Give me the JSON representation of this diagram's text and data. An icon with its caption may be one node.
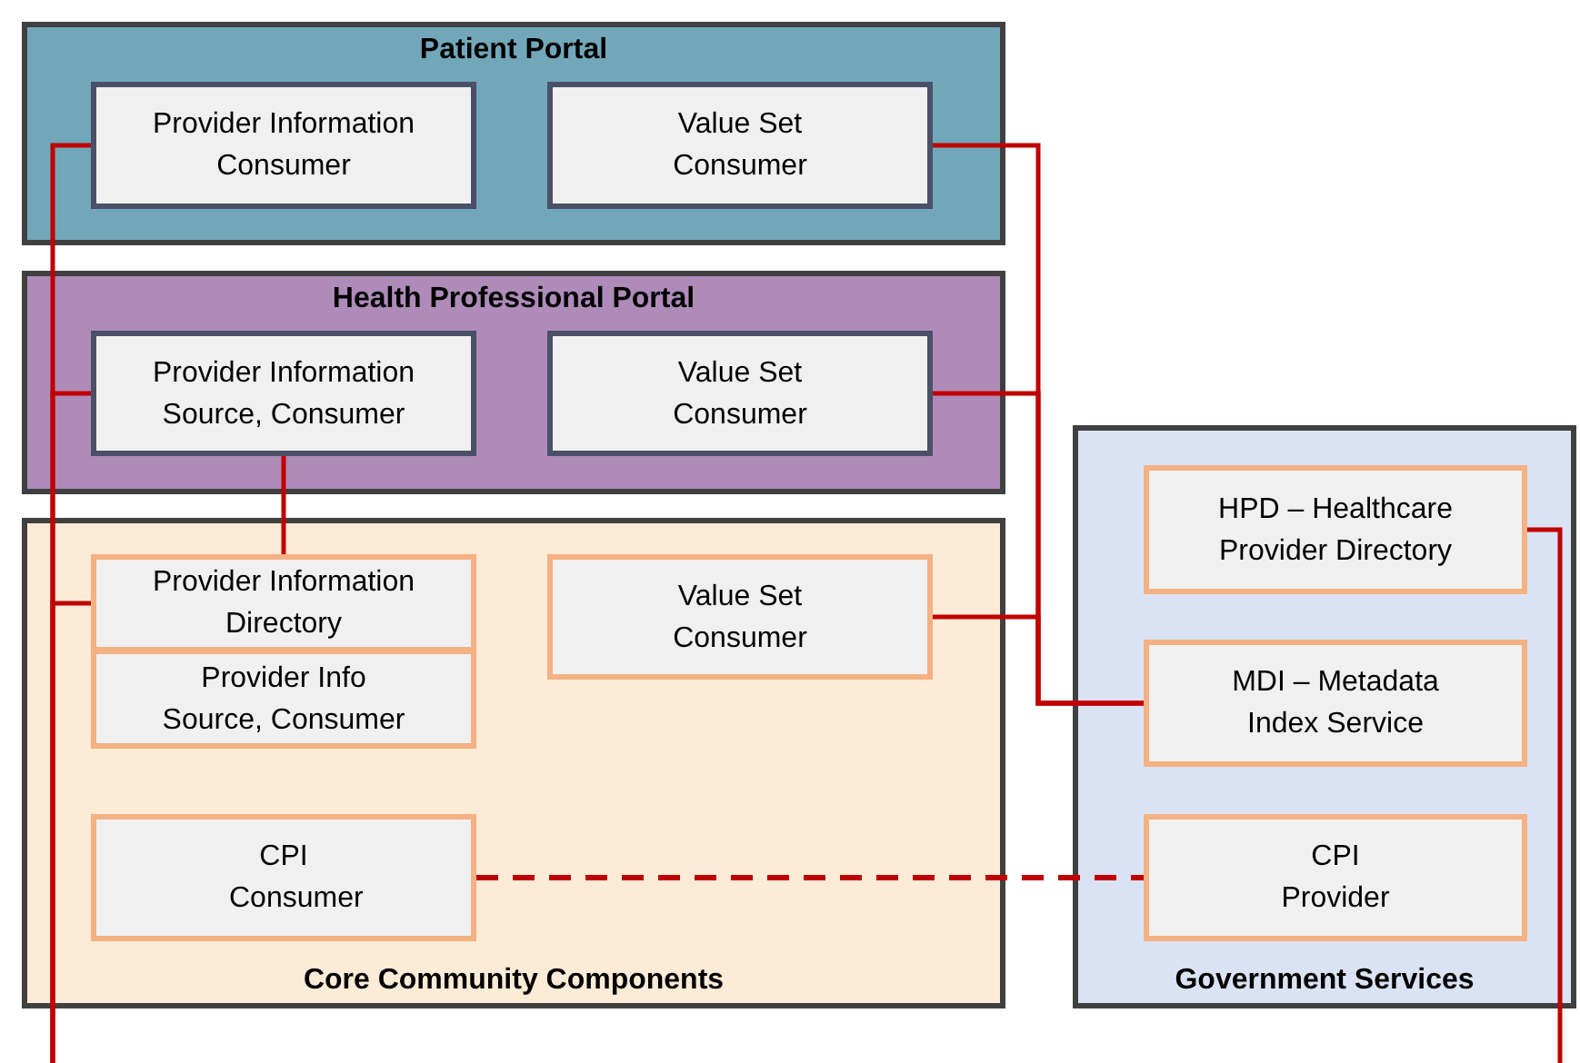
{
  "diagram": {
    "nodes": [
      {
        "text": [
          "Patient Portal"
        ]
      },
      {
        "text": [
          "Provider Information Consumer"
        ],
        "in": 0
      },
      {
        "text": [
          "Value Set Consumer"
        ],
        "in": 0
      },
      {
        "text": [
          "Health Professional Portal"
        ]
      },
      {
        "text": [
          "Provider Information Source, Consumer"
        ],
        "in": 3
      },
      {
        "text": [
          "Value Set Consumer"
        ],
        "in": 3
      },
      {
        "text": [
          "Core Community Components"
        ]
      },
      {
        "text": [
          "Provider Information Directory"
        ],
        "in": 6
      },
      {
        "text": [
          "Provider Info Source, Consumer"
        ],
        "in": 6
      },
      {
        "text": [
          "Value Set Consumer"
        ],
        "in": 6
      },
      {
        "text": [
          "CPI Consumer"
        ],
        "in": 6
      },
      {
        "text": [
          "Government Services"
        ]
      },
      {
        "text": [
          "HPD – Healthcare Provider Directory"
        ],
        "in": 11
      },
      {
        "text": [
          "MDI – Metadata Index Service"
        ],
        "in": 11
      },
      {
        "text": [
          "CPI Provider"
        ],
        "in": 11
      }
    ],
    "edges": [
      {
        "from": 1,
        "to": null,
        "arrow": "none"
      },
      {
        "from": 4,
        "to": null,
        "arrow": "none"
      },
      {
        "from": 7,
        "to": null,
        "arrow": "none"
      },
      {
        "from": 4,
        "to": 7,
        "arrow": "none"
      },
      {
        "from": 2,
        "to": 13,
        "arrow": "none"
      },
      {
        "from": 5,
        "to": 13,
        "arrow": "none"
      },
      {
        "from": 9,
        "to": 13,
        "arrow": "none"
      },
      {
        "from": 10,
        "to": 14,
        "arrow": "none",
        "style": "dashed"
      },
      {
        "from": 12,
        "to": null,
        "arrow": "none"
      }
    ]
  }
}
